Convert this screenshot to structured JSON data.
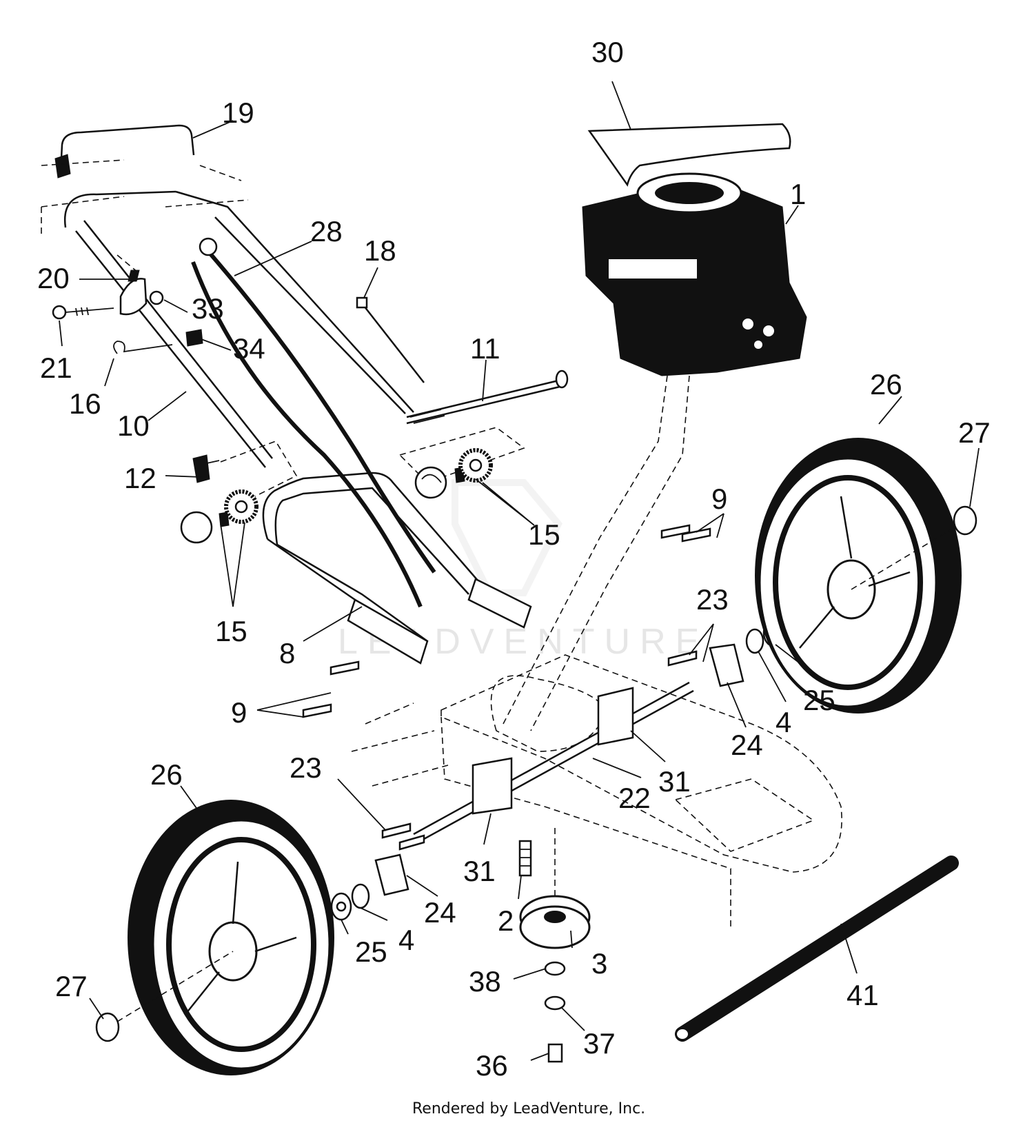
{
  "callouts": [
    {
      "key": "c30",
      "text": "30"
    },
    {
      "key": "c19",
      "text": "19"
    },
    {
      "key": "c1",
      "text": "1"
    },
    {
      "key": "c28",
      "text": "28"
    },
    {
      "key": "c18",
      "text": "18"
    },
    {
      "key": "c20",
      "text": "20"
    },
    {
      "key": "c33",
      "text": "33"
    },
    {
      "key": "c21",
      "text": "21"
    },
    {
      "key": "c34",
      "text": "34"
    },
    {
      "key": "c16",
      "text": "16"
    },
    {
      "key": "c11",
      "text": "11"
    },
    {
      "key": "c10",
      "text": "10"
    },
    {
      "key": "c26a",
      "text": "26"
    },
    {
      "key": "c27a",
      "text": "27"
    },
    {
      "key": "c12",
      "text": "12"
    },
    {
      "key": "c15a",
      "text": "15"
    },
    {
      "key": "c9a",
      "text": "9"
    },
    {
      "key": "c15b",
      "text": "15"
    },
    {
      "key": "c23a",
      "text": "23"
    },
    {
      "key": "c8",
      "text": "8"
    },
    {
      "key": "c25a",
      "text": "25"
    },
    {
      "key": "c4a",
      "text": "4"
    },
    {
      "key": "c24a",
      "text": "24"
    },
    {
      "key": "c9b",
      "text": "9"
    },
    {
      "key": "c31a",
      "text": "31"
    },
    {
      "key": "c22",
      "text": "22"
    },
    {
      "key": "c23b",
      "text": "23"
    },
    {
      "key": "c26b",
      "text": "26"
    },
    {
      "key": "c31b",
      "text": "31"
    },
    {
      "key": "c24b",
      "text": "24"
    },
    {
      "key": "c2",
      "text": "2"
    },
    {
      "key": "c25b",
      "text": "25"
    },
    {
      "key": "c4b",
      "text": "4"
    },
    {
      "key": "c3",
      "text": "3"
    },
    {
      "key": "c38",
      "text": "38"
    },
    {
      "key": "c37",
      "text": "37"
    },
    {
      "key": "c27b",
      "text": "27"
    },
    {
      "key": "c41",
      "text": "41"
    },
    {
      "key": "c36",
      "text": "36"
    }
  ],
  "watermark": "LEADVENTURE",
  "footer": "Rendered by LeadVenture, Inc."
}
